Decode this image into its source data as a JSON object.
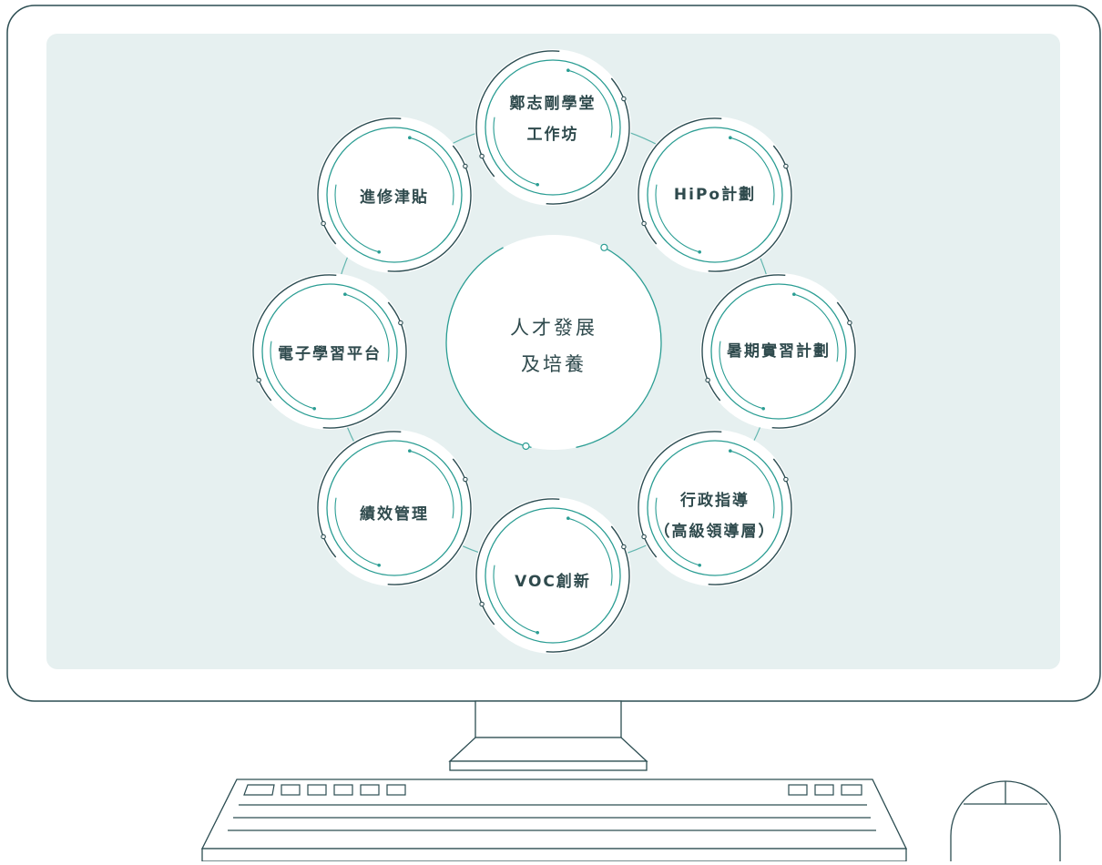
{
  "center": {
    "line1": "人才發展",
    "line2": "及培養"
  },
  "nodes": [
    {
      "id": "zheng",
      "line1": "鄭志剛學堂",
      "line2": "工作坊"
    },
    {
      "id": "hipo",
      "line1": "HiPo計劃",
      "line2": ""
    },
    {
      "id": "summer",
      "line1": "暑期實習計劃",
      "line2": ""
    },
    {
      "id": "admin",
      "line1": "行政指導",
      "line2": "（高級領導層）"
    },
    {
      "id": "voc",
      "line1": "VOC創新",
      "line2": ""
    },
    {
      "id": "perf",
      "line1": "績效管理",
      "line2": ""
    },
    {
      "id": "elearn",
      "line1": "電子學習平台",
      "line2": ""
    },
    {
      "id": "subsidy",
      "line1": "進修津貼",
      "line2": ""
    }
  ],
  "colors": {
    "screen_bg": "#e6f0f0",
    "line": "#2c4d52",
    "accent": "#2a9d93",
    "text": "#2f4a4d"
  }
}
